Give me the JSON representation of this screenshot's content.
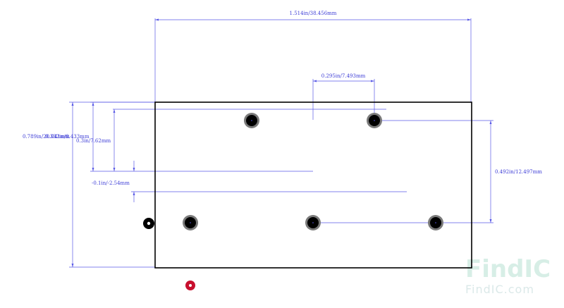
{
  "dimensions": {
    "overall_width": "1.514in/38.456mm",
    "pin_offset_x": "0.295in/7.493mm",
    "overall_height": "0.789in/20.041mm",
    "overlapped_label": "0.332in/8.433mm",
    "row_spacing": "0.3in/7.62mm",
    "small_offset": "-0.1in/-2.54mm",
    "pin_span_y": "0.492in/12.497mm"
  },
  "watermark": {
    "logo": "FindIC",
    "url": "FindIC.com"
  },
  "colors": {
    "outline": "#000000",
    "dimension": "#5a5ae6",
    "pad_ring": "#7a7a7a",
    "pad_core": "#000000",
    "marker_red": "#c8102e",
    "watermark_teal": "#8fcfbf"
  }
}
